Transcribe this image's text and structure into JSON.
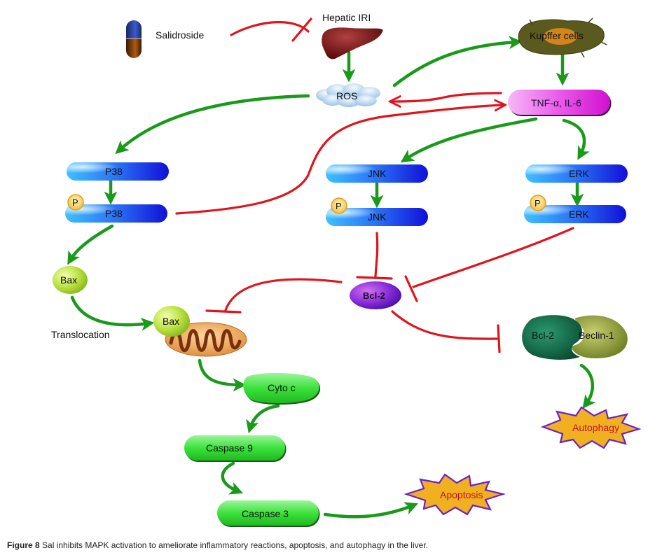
{
  "figure": {
    "caption_label": "Figure 8",
    "caption_text": " Sal inhibits MAPK activation to ameliorate inflammatory reactions, apoptosis, and autophagy in the liver."
  },
  "nodes": {
    "salidroside": {
      "label": "Salidroside",
      "icon": "capsule-icon"
    },
    "hepatic_iri": {
      "label": "Hepatic IRI",
      "icon": "liver-icon"
    },
    "ros": {
      "label": "ROS",
      "icon": "cloud-icon"
    },
    "kupffer": {
      "label": "Kupffer cells",
      "icon": "cell-icon"
    },
    "tnf": {
      "label": "TNF-α, IL-6"
    },
    "p38": {
      "label": "P38"
    },
    "p_p38": {
      "label": "P38",
      "phospho": "P"
    },
    "jnk": {
      "label": "JNK"
    },
    "p_jnk": {
      "label": "JNK",
      "phospho": "P"
    },
    "erk": {
      "label": "ERK"
    },
    "p_erk": {
      "label": "ERK",
      "phospho": "P"
    },
    "bax": {
      "label": "Bax"
    },
    "translocation": {
      "label": "Translocation"
    },
    "bax_mito": {
      "label": "Bax",
      "icon": "mitochondrion-icon"
    },
    "bcl2": {
      "label": "Bcl-2"
    },
    "bcl2_complex": {
      "label": "Bcl-2"
    },
    "beclin": {
      "label": "Beclin-1"
    },
    "autophagy": {
      "label": "Autophagy"
    },
    "cytoc": {
      "label": "Cyto c"
    },
    "casp9": {
      "label": "Caspase 9"
    },
    "casp3": {
      "label": "Caspase 3"
    },
    "apoptosis": {
      "label": "Apoptosis"
    }
  },
  "edges": [
    {
      "from": "Salidroside",
      "to": "Hepatic IRI",
      "type": "inhibition"
    },
    {
      "from": "Hepatic IRI",
      "to": "ROS",
      "type": "activation"
    },
    {
      "from": "ROS",
      "to": "Kupffer cells",
      "type": "activation"
    },
    {
      "from": "Kupffer cells",
      "to": "TNF-α, IL-6",
      "type": "activation"
    },
    {
      "from": "TNF-α, IL-6",
      "to": "ROS",
      "type": "promotion"
    },
    {
      "from": "p-P38",
      "to": "TNF-α, IL-6",
      "type": "promotion"
    },
    {
      "from": "ROS",
      "to": "P38",
      "type": "activation"
    },
    {
      "from": "TNF-α, IL-6",
      "to": "JNK",
      "type": "activation"
    },
    {
      "from": "TNF-α, IL-6",
      "to": "ERK",
      "type": "activation"
    },
    {
      "from": "P38",
      "to": "p-P38",
      "type": "activation"
    },
    {
      "from": "JNK",
      "to": "p-JNK",
      "type": "activation"
    },
    {
      "from": "ERK",
      "to": "p-ERK",
      "type": "activation"
    },
    {
      "from": "p-P38",
      "to": "Bax",
      "type": "activation"
    },
    {
      "from": "Bax",
      "to": "Bax (mitochondria)",
      "type": "translocation"
    },
    {
      "from": "p-JNK",
      "to": "Bcl-2",
      "type": "inhibition"
    },
    {
      "from": "p-ERK",
      "to": "Bcl-2",
      "type": "inhibition"
    },
    {
      "from": "Bcl-2",
      "to": "Bax (mitochondria)",
      "type": "inhibition"
    },
    {
      "from": "Bcl-2",
      "to": "Bcl-2/Beclin-1",
      "type": "inhibition"
    },
    {
      "from": "Bcl-2/Beclin-1",
      "to": "Autophagy",
      "type": "activation"
    },
    {
      "from": "Mitochondria",
      "to": "Cyto c",
      "type": "activation"
    },
    {
      "from": "Cyto c",
      "to": "Caspase 9",
      "type": "activation"
    },
    {
      "from": "Caspase 9",
      "to": "Caspase 3",
      "type": "activation"
    },
    {
      "from": "Caspase 3",
      "to": "Apoptosis",
      "type": "activation"
    }
  ],
  "colors": {
    "activation": "#1a9a1a",
    "inhibition": "#e0141c",
    "mapk_blue": "#1f3ef0",
    "tnf_magenta": "#e040e0",
    "bcl2_purple": "#7a1fc0",
    "caspase_green": "#2fdc2f",
    "burst_fill": "#f0b020",
    "burst_stroke": "#6a20d0"
  }
}
